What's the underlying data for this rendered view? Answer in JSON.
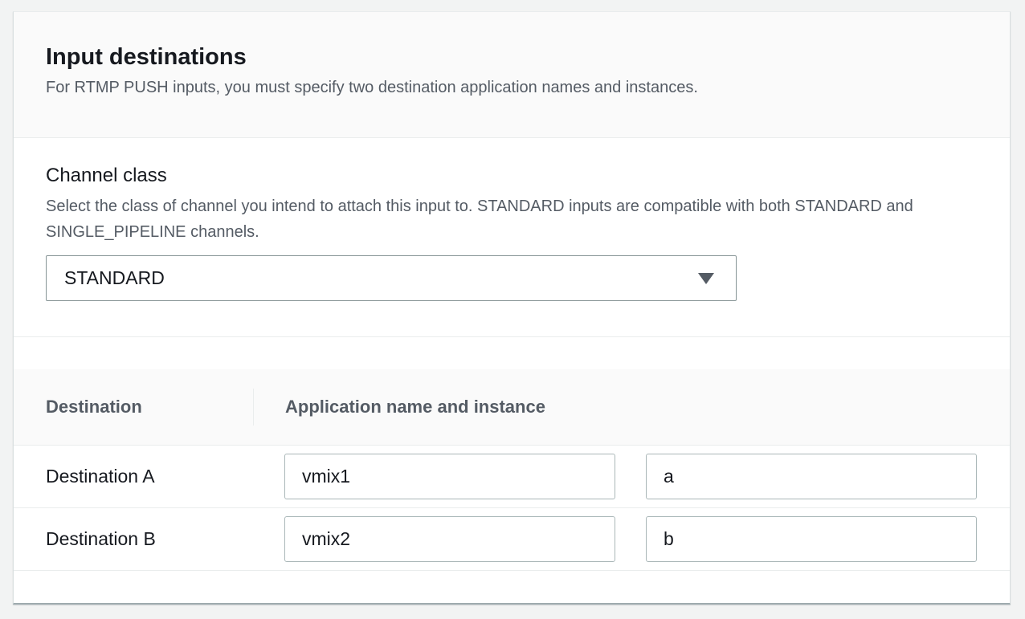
{
  "panel": {
    "title": "Input destinations",
    "description": "For RTMP PUSH inputs, you must specify two destination application names and instances."
  },
  "channel_class": {
    "label": "Channel class",
    "description": "Select the class of channel you intend to attach this input to. STANDARD inputs are compatible with both STANDARD and SINGLE_PIPELINE channels.",
    "selected_value": "STANDARD",
    "dropdown_icon": "caret-down-filled"
  },
  "destinations_table": {
    "columns": {
      "destination": "Destination",
      "application": "Application name and instance"
    },
    "rows": [
      {
        "label": "Destination A",
        "app_name": "vmix1",
        "instance": "a"
      },
      {
        "label": "Destination B",
        "app_name": "vmix2",
        "instance": "b"
      }
    ]
  },
  "colors": {
    "page_background": "#f2f3f3",
    "card_background": "#ffffff",
    "header_background": "#fafafa",
    "primary_text": "#16191f",
    "secondary_text": "#545b64",
    "divider": "#eaeded",
    "select_border": "#879596",
    "input_border": "#aab7b8"
  }
}
